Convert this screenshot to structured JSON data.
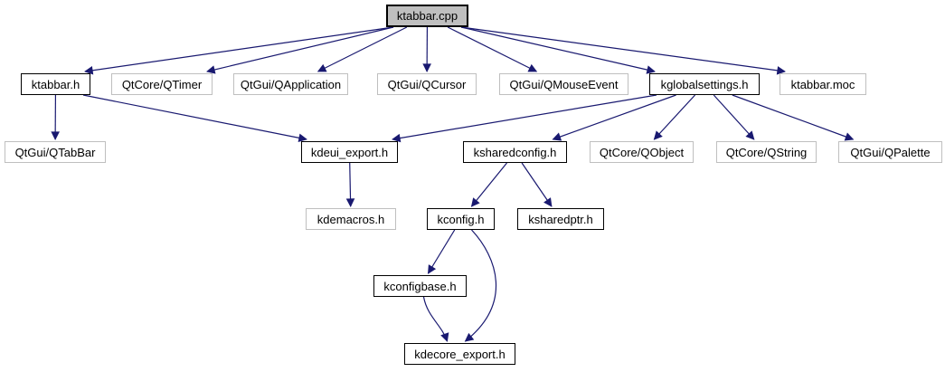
{
  "diagram": {
    "kind": "include-dependency-graph",
    "root_file": "ktabbar.cpp",
    "colors": {
      "edge": "#191970",
      "node_border": "#000000",
      "external_border": "#bfbfbf",
      "main_fill": "#bfbfbf",
      "background": "#ffffff",
      "text": "#000000"
    },
    "nodes": [
      {
        "id": "ktabbar_cpp",
        "label": "ktabbar.cpp",
        "kind": "main"
      },
      {
        "id": "ktabbar_h",
        "label": "ktabbar.h",
        "kind": "doc"
      },
      {
        "id": "qtimer",
        "label": "QtCore/QTimer",
        "kind": "ext"
      },
      {
        "id": "qapplication",
        "label": "QtGui/QApplication",
        "kind": "ext"
      },
      {
        "id": "qcursor",
        "label": "QtGui/QCursor",
        "kind": "ext"
      },
      {
        "id": "qmouseevent",
        "label": "QtGui/QMouseEvent",
        "kind": "ext"
      },
      {
        "id": "kglobalsettings",
        "label": "kglobalsettings.h",
        "kind": "doc"
      },
      {
        "id": "ktabbar_moc",
        "label": "ktabbar.moc",
        "kind": "ext"
      },
      {
        "id": "qtabbar",
        "label": "QtGui/QTabBar",
        "kind": "ext"
      },
      {
        "id": "kdeui_export",
        "label": "kdeui_export.h",
        "kind": "doc"
      },
      {
        "id": "ksharedconfig",
        "label": "ksharedconfig.h",
        "kind": "doc"
      },
      {
        "id": "qobject",
        "label": "QtCore/QObject",
        "kind": "ext"
      },
      {
        "id": "qstring",
        "label": "QtCore/QString",
        "kind": "ext"
      },
      {
        "id": "qpalette",
        "label": "QtGui/QPalette",
        "kind": "ext"
      },
      {
        "id": "kdemacros",
        "label": "kdemacros.h",
        "kind": "ext"
      },
      {
        "id": "kconfig",
        "label": "kconfig.h",
        "kind": "doc"
      },
      {
        "id": "ksharedptr",
        "label": "ksharedptr.h",
        "kind": "doc"
      },
      {
        "id": "kconfigbase",
        "label": "kconfigbase.h",
        "kind": "doc"
      },
      {
        "id": "kdecore_export",
        "label": "kdecore_export.h",
        "kind": "doc"
      }
    ],
    "edges": [
      {
        "from": "ktabbar_cpp",
        "to": "ktabbar_h"
      },
      {
        "from": "ktabbar_cpp",
        "to": "qtimer"
      },
      {
        "from": "ktabbar_cpp",
        "to": "qapplication"
      },
      {
        "from": "ktabbar_cpp",
        "to": "qcursor"
      },
      {
        "from": "ktabbar_cpp",
        "to": "qmouseevent"
      },
      {
        "from": "ktabbar_cpp",
        "to": "kglobalsettings"
      },
      {
        "from": "ktabbar_cpp",
        "to": "ktabbar_moc"
      },
      {
        "from": "ktabbar_h",
        "to": "qtabbar"
      },
      {
        "from": "ktabbar_h",
        "to": "kdeui_export"
      },
      {
        "from": "kglobalsettings",
        "to": "kdeui_export"
      },
      {
        "from": "kglobalsettings",
        "to": "ksharedconfig"
      },
      {
        "from": "kglobalsettings",
        "to": "qobject"
      },
      {
        "from": "kglobalsettings",
        "to": "qstring"
      },
      {
        "from": "kglobalsettings",
        "to": "qpalette"
      },
      {
        "from": "kdeui_export",
        "to": "kdemacros"
      },
      {
        "from": "ksharedconfig",
        "to": "kconfig"
      },
      {
        "from": "ksharedconfig",
        "to": "ksharedptr"
      },
      {
        "from": "kconfig",
        "to": "kconfigbase"
      },
      {
        "from": "kconfig",
        "to": "kdecore_export",
        "curve": "right"
      },
      {
        "from": "kconfigbase",
        "to": "kdecore_export",
        "curve": "slight"
      }
    ]
  }
}
